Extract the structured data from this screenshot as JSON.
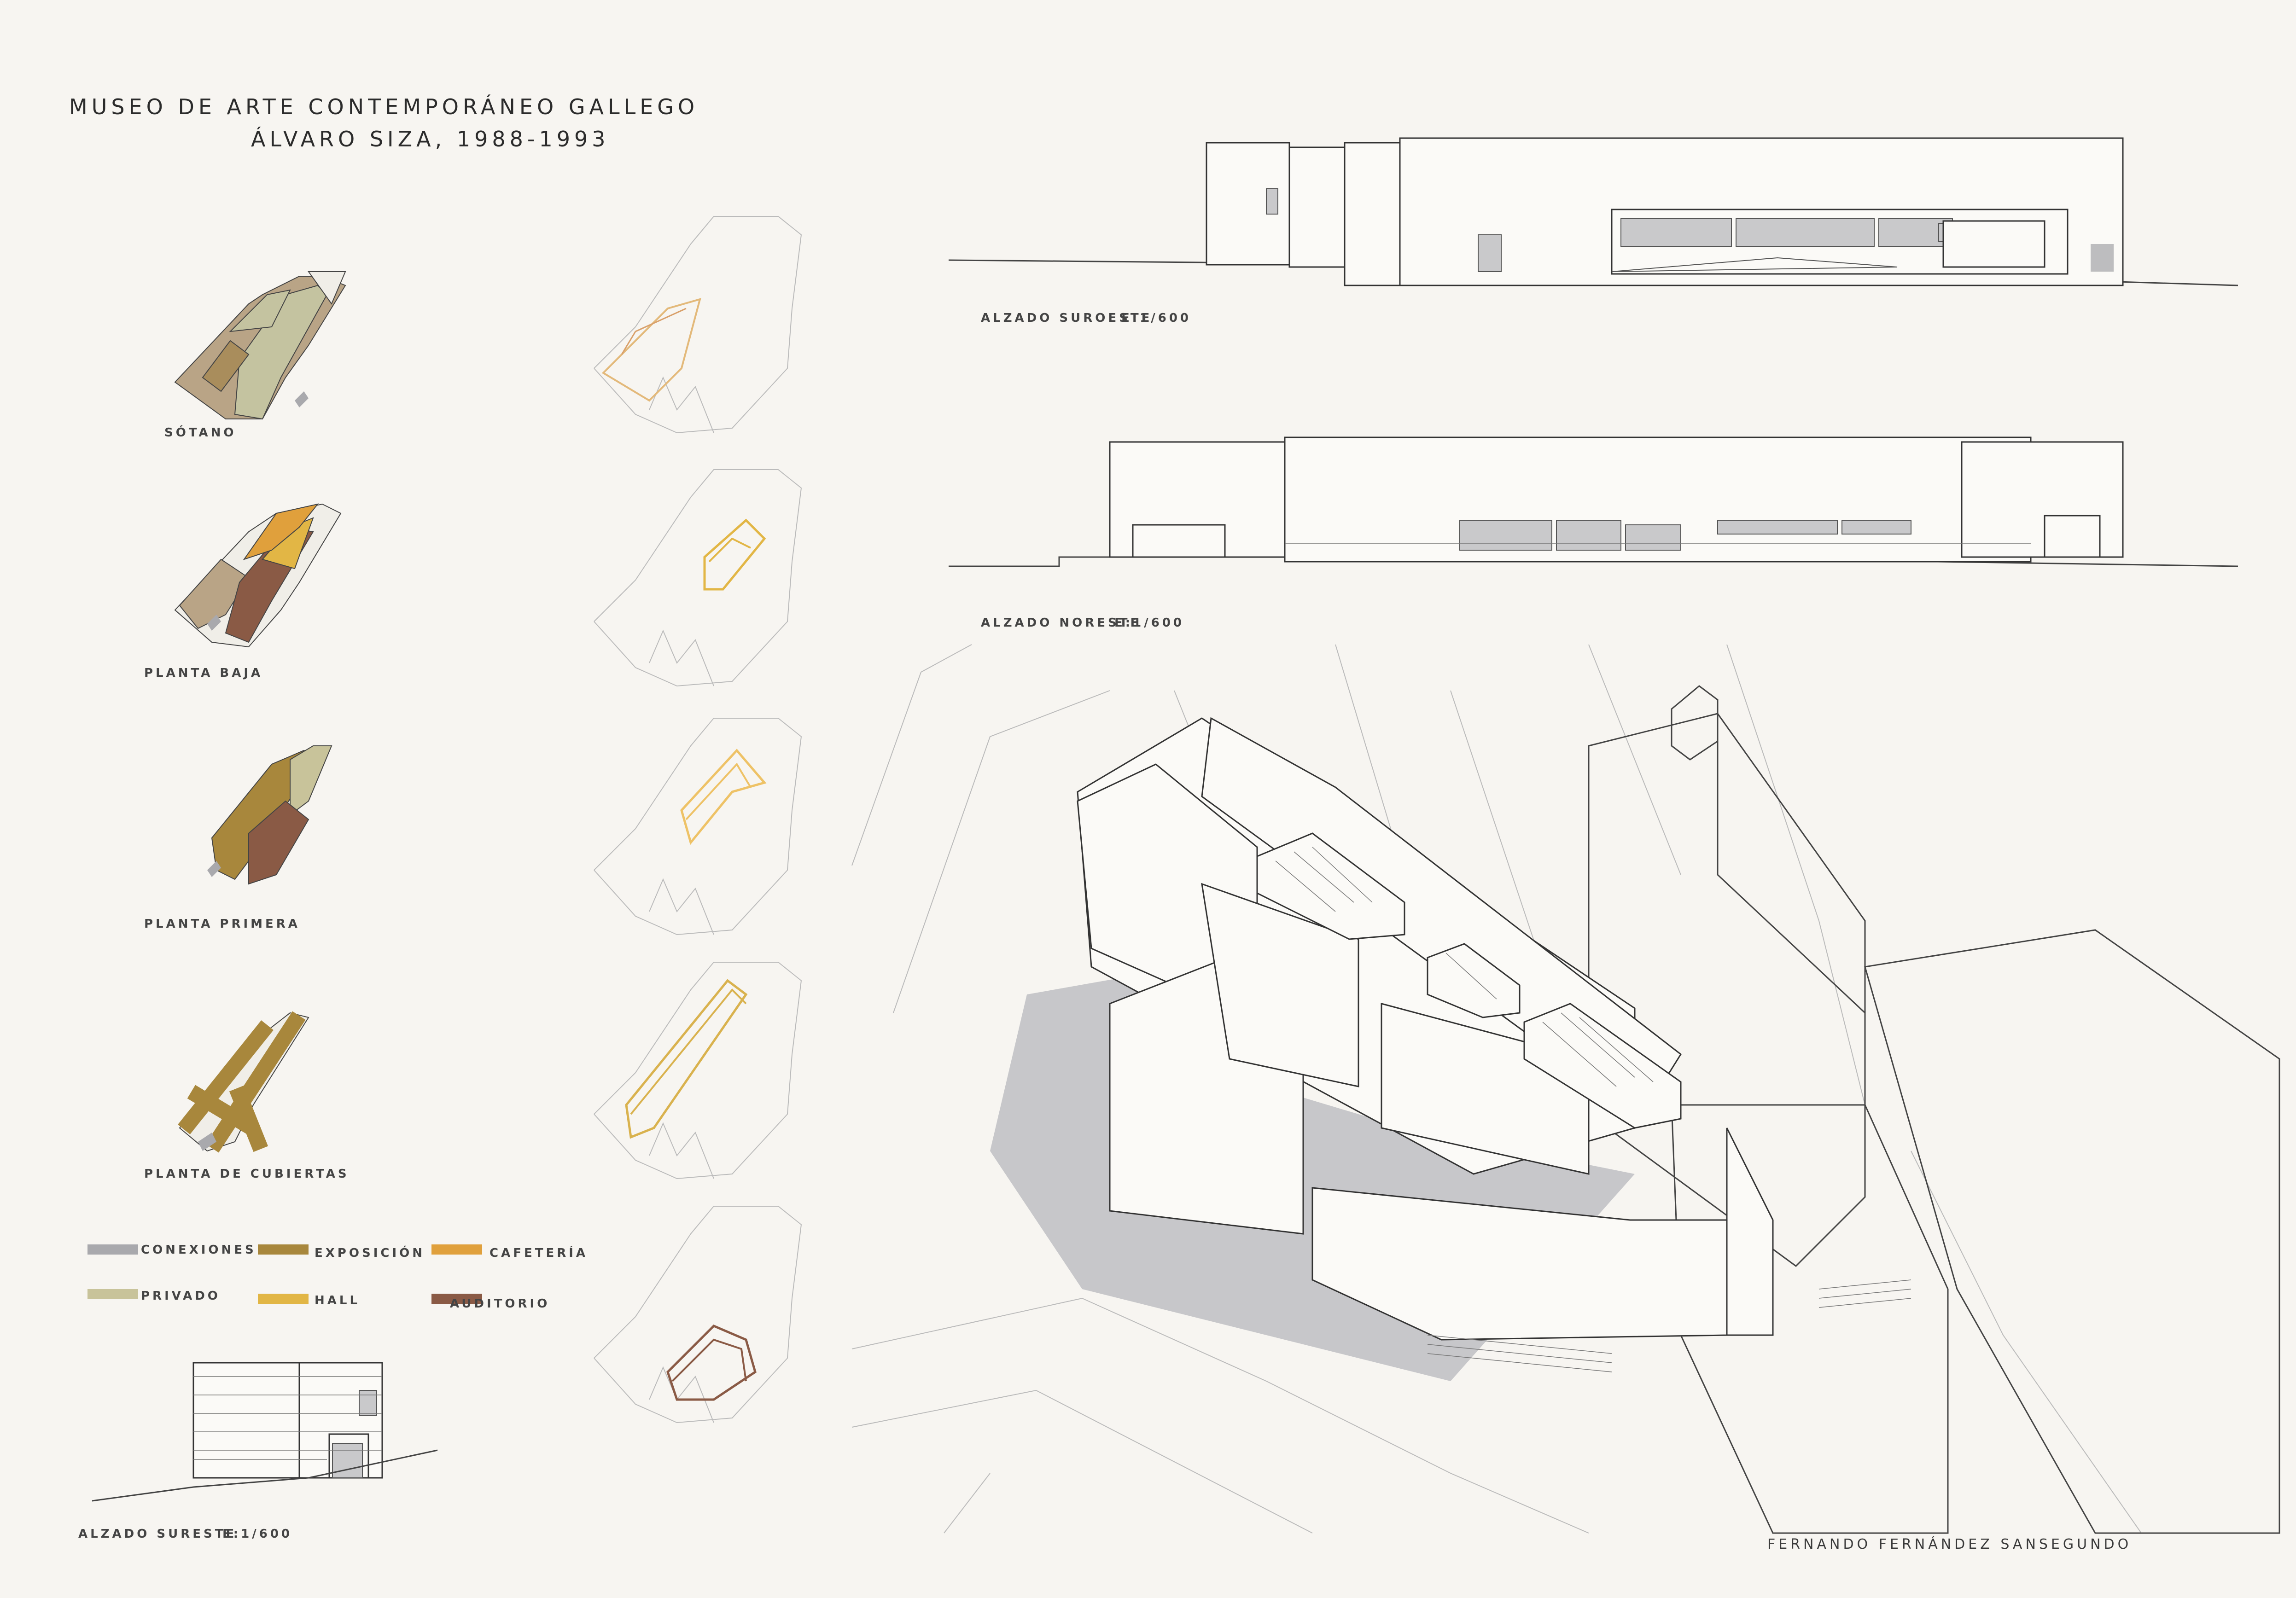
{
  "title": {
    "line1": "MUSEO DE ARTE CONTEMPORÁNEO GALLEGO",
    "line2": "ÁLVARO SIZA, 1988-1993"
  },
  "plans": [
    {
      "label": "SÓTANO"
    },
    {
      "label": "PLANTA BAJA"
    },
    {
      "label": "PLANTA PRIMERA"
    },
    {
      "label": "PLANTA DE CUBIERTAS"
    }
  ],
  "legend": [
    {
      "label": "CONEXIONES",
      "color": "#a9a9ad"
    },
    {
      "label": "EXPOSICIÓN",
      "color": "#a8873c"
    },
    {
      "label": "CAFETERÍA",
      "color": "#e0a03c"
    },
    {
      "label": "PRIVADO",
      "color": "#c8c39a"
    },
    {
      "label": "HALL",
      "color": "#e2b645"
    },
    {
      "label": "AUDITORIO",
      "color": "#8a5a45"
    }
  ],
  "elevations": {
    "suroeste": {
      "label": "ALZADO SUROESTE",
      "scale": "E:1/600"
    },
    "noreste": {
      "label": "ALZADO NORESTE",
      "scale": "E:1/600"
    },
    "sureste": {
      "label": "ALZADO SURESTE",
      "scale": "E:1/600"
    }
  },
  "author": "FERNANDO FERNÁNDEZ SANSEGUNDO",
  "colors": {
    "sotano_tan": "#b9a486",
    "sotano_olive": "#c4c3a0",
    "hall": "#e2b645",
    "cafeteria": "#e0a03c",
    "auditorio": "#8a5a45",
    "exposicion": "#a8873c",
    "shadow": "#c7c7ca"
  }
}
